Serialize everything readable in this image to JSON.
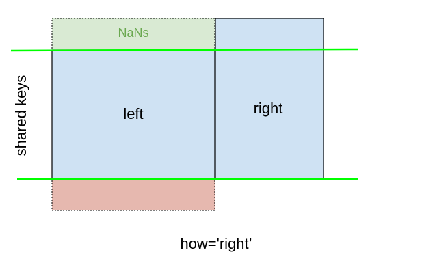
{
  "diagram": {
    "labels": {
      "nan_label": "NaNs",
      "left_label": "left",
      "right_label": "right",
      "shared_keys_label": "shared keys",
      "how_label": "how='right’"
    },
    "colors": {
      "frame_fill": "#cfe2f3",
      "nan_fill": "#d9ead3",
      "nan_text": "#6aa84f",
      "dropped_fill": "#e6b8af",
      "key_line": "#00ff00",
      "stroke": "#000000",
      "text": "#000000"
    }
  }
}
